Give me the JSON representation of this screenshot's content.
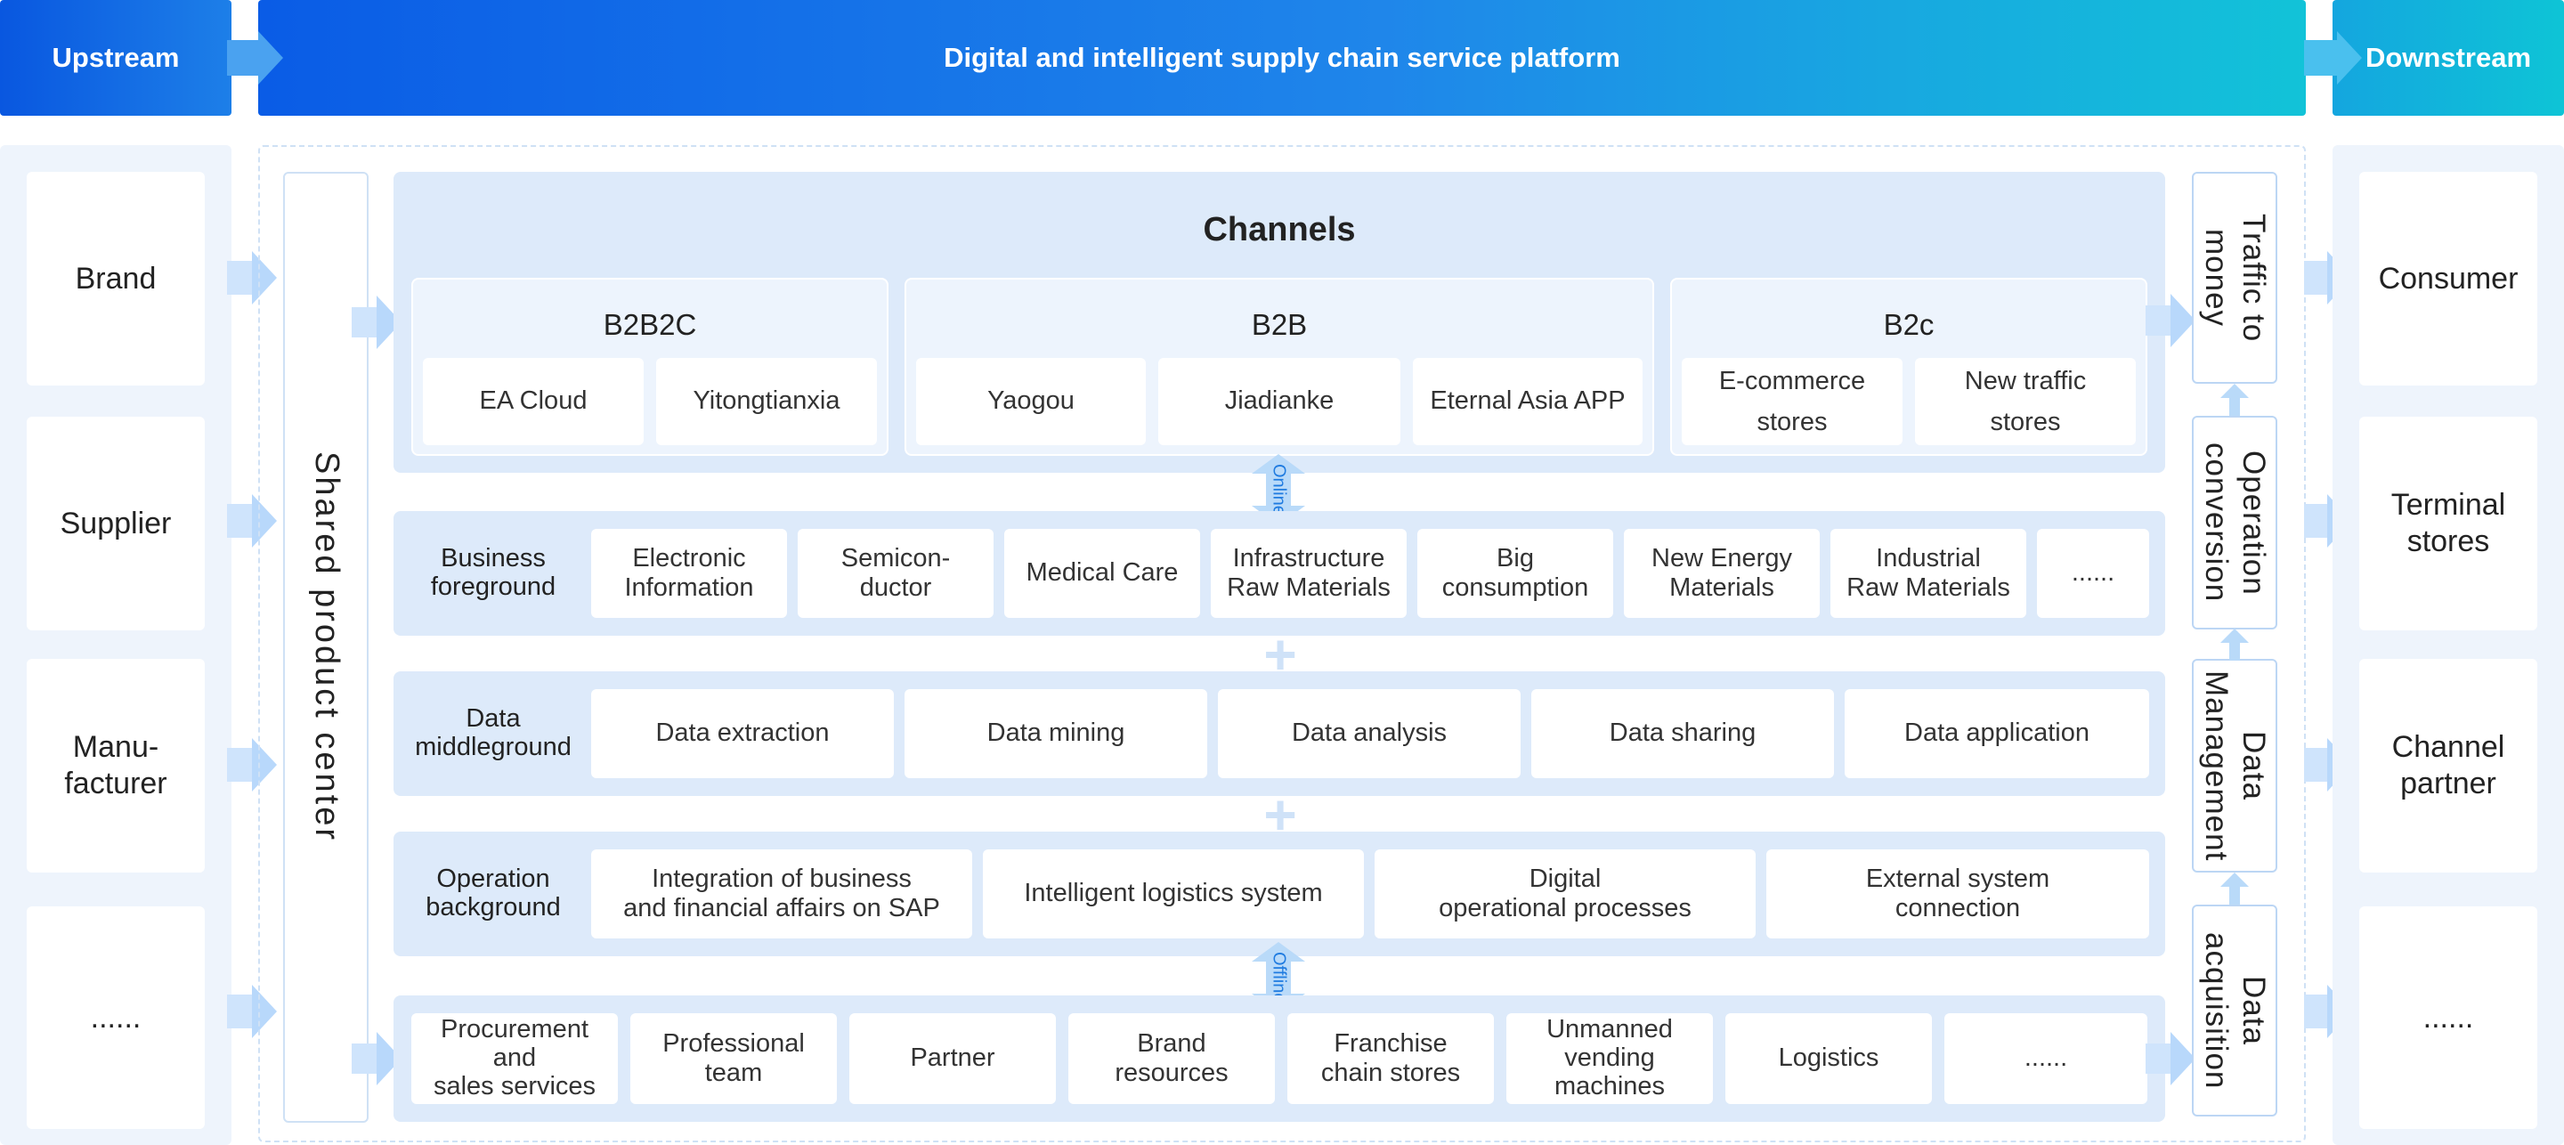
{
  "header": {
    "upstream": "Upstream",
    "platform": "Digital and intelligent supply chain service platform",
    "downstream": "Downstream"
  },
  "upstream_items": [
    "Brand",
    "Supplier",
    "Manu-\nfacturer",
    "......"
  ],
  "downstream_items": [
    "Consumer",
    "Terminal\nstores",
    "Channel\npartner",
    "......"
  ],
  "shared_center": "Shared product center",
  "channels": {
    "title": "Channels",
    "groups": [
      {
        "name": "B2B2C",
        "items": [
          "EA Cloud",
          "Yitongtianxia"
        ]
      },
      {
        "name": "B2B",
        "items": [
          "Yaogou",
          "Jiadianke",
          "Eternal Asia APP"
        ]
      },
      {
        "name": "B2c",
        "items": [
          "E-commerce\nstores",
          "New traffic\nstores"
        ]
      }
    ]
  },
  "connectors": {
    "online": "Online",
    "offline": "Offline"
  },
  "business_foreground": {
    "label": "Business\nforeground",
    "items": [
      "Electronic\nInformation",
      "Semicon-\nductor",
      "Medical Care",
      "Infrastructure\nRaw Materials",
      "Big\nconsumption",
      "New Energy\nMaterials",
      "Industrial\nRaw Materials",
      "......"
    ]
  },
  "data_middleground": {
    "label": "Data\nmiddleground",
    "items": [
      "Data extraction",
      "Data mining",
      "Data analysis",
      "Data sharing",
      "Data application"
    ]
  },
  "operation_background": {
    "label": "Operation\nbackground",
    "items": [
      "Integration of business\nand financial affairs on SAP",
      "Intelligent logistics system",
      "Digital\noperational processes",
      "External system\nconnection"
    ]
  },
  "resources": {
    "items": [
      "Procurement\nand\nsales services",
      "Professional\nteam",
      "Partner",
      "Brand\nresources",
      "Franchise\nchain stores",
      "Unmanned\nvending\nmachines",
      "Logistics",
      "......"
    ]
  },
  "right_flow": [
    "Traffic to\nmoney",
    "Operation\nconversion",
    "Data\nManagement",
    "Data\nacquisition"
  ],
  "colors": {
    "header_start": "#0a5ce6",
    "header_end": "#12c3d8",
    "section_bg": "#ddeafa",
    "arrow": "#b8d8fb"
  }
}
